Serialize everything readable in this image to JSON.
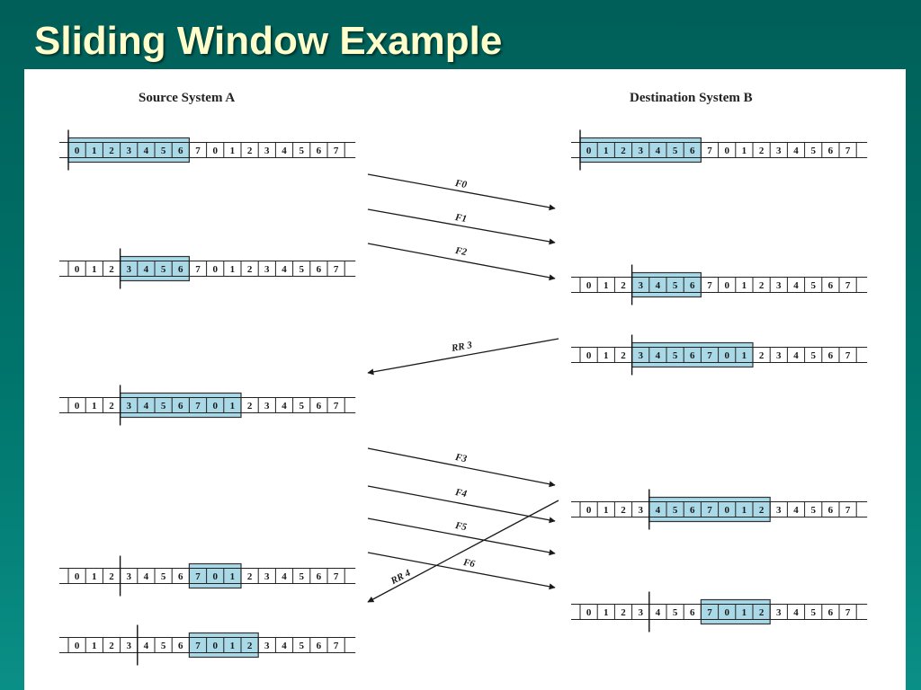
{
  "slide": {
    "title": "Sliding Window Example",
    "title_color": "#ffffcc",
    "background_color": "#00756c"
  },
  "figure": {
    "source_label": "Source System A",
    "destination_label": "Destination System B",
    "window_fill": "#a9d8e6",
    "sequence": [
      "0",
      "1",
      "2",
      "3",
      "4",
      "5",
      "6",
      "7",
      "0",
      "1",
      "2",
      "3",
      "4",
      "5",
      "6",
      "7"
    ],
    "source_states": [
      {
        "window_start": 0,
        "window_end": 6,
        "marker_after": 0
      },
      {
        "window_start": 3,
        "window_end": 6,
        "marker_after": 3
      },
      {
        "window_start": 3,
        "window_end": 9,
        "marker_after": 3
      },
      {
        "window_start": 7,
        "window_end": 9,
        "marker_after": 3
      },
      {
        "window_start": 7,
        "window_end": 10,
        "marker_after": 4
      }
    ],
    "destination_states": [
      {
        "window_start": 0,
        "window_end": 6,
        "marker_after": 0
      },
      {
        "window_start": 3,
        "window_end": 6,
        "marker_after": 3
      },
      {
        "window_start": 3,
        "window_end": 9,
        "marker_after": 3
      },
      {
        "window_start": 4,
        "window_end": 10,
        "marker_after": 4
      },
      {
        "window_start": 7,
        "window_end": 10,
        "marker_after": 4
      }
    ],
    "messages": [
      {
        "label": "F0",
        "direction": "to-destination"
      },
      {
        "label": "F1",
        "direction": "to-destination"
      },
      {
        "label": "F2",
        "direction": "to-destination"
      },
      {
        "label": "RR 3",
        "direction": "to-source"
      },
      {
        "label": "F3",
        "direction": "to-destination"
      },
      {
        "label": "F4",
        "direction": "to-destination"
      },
      {
        "label": "F5",
        "direction": "to-destination"
      },
      {
        "label": "F6",
        "direction": "to-destination"
      },
      {
        "label": "RR 4",
        "direction": "to-source"
      }
    ]
  }
}
